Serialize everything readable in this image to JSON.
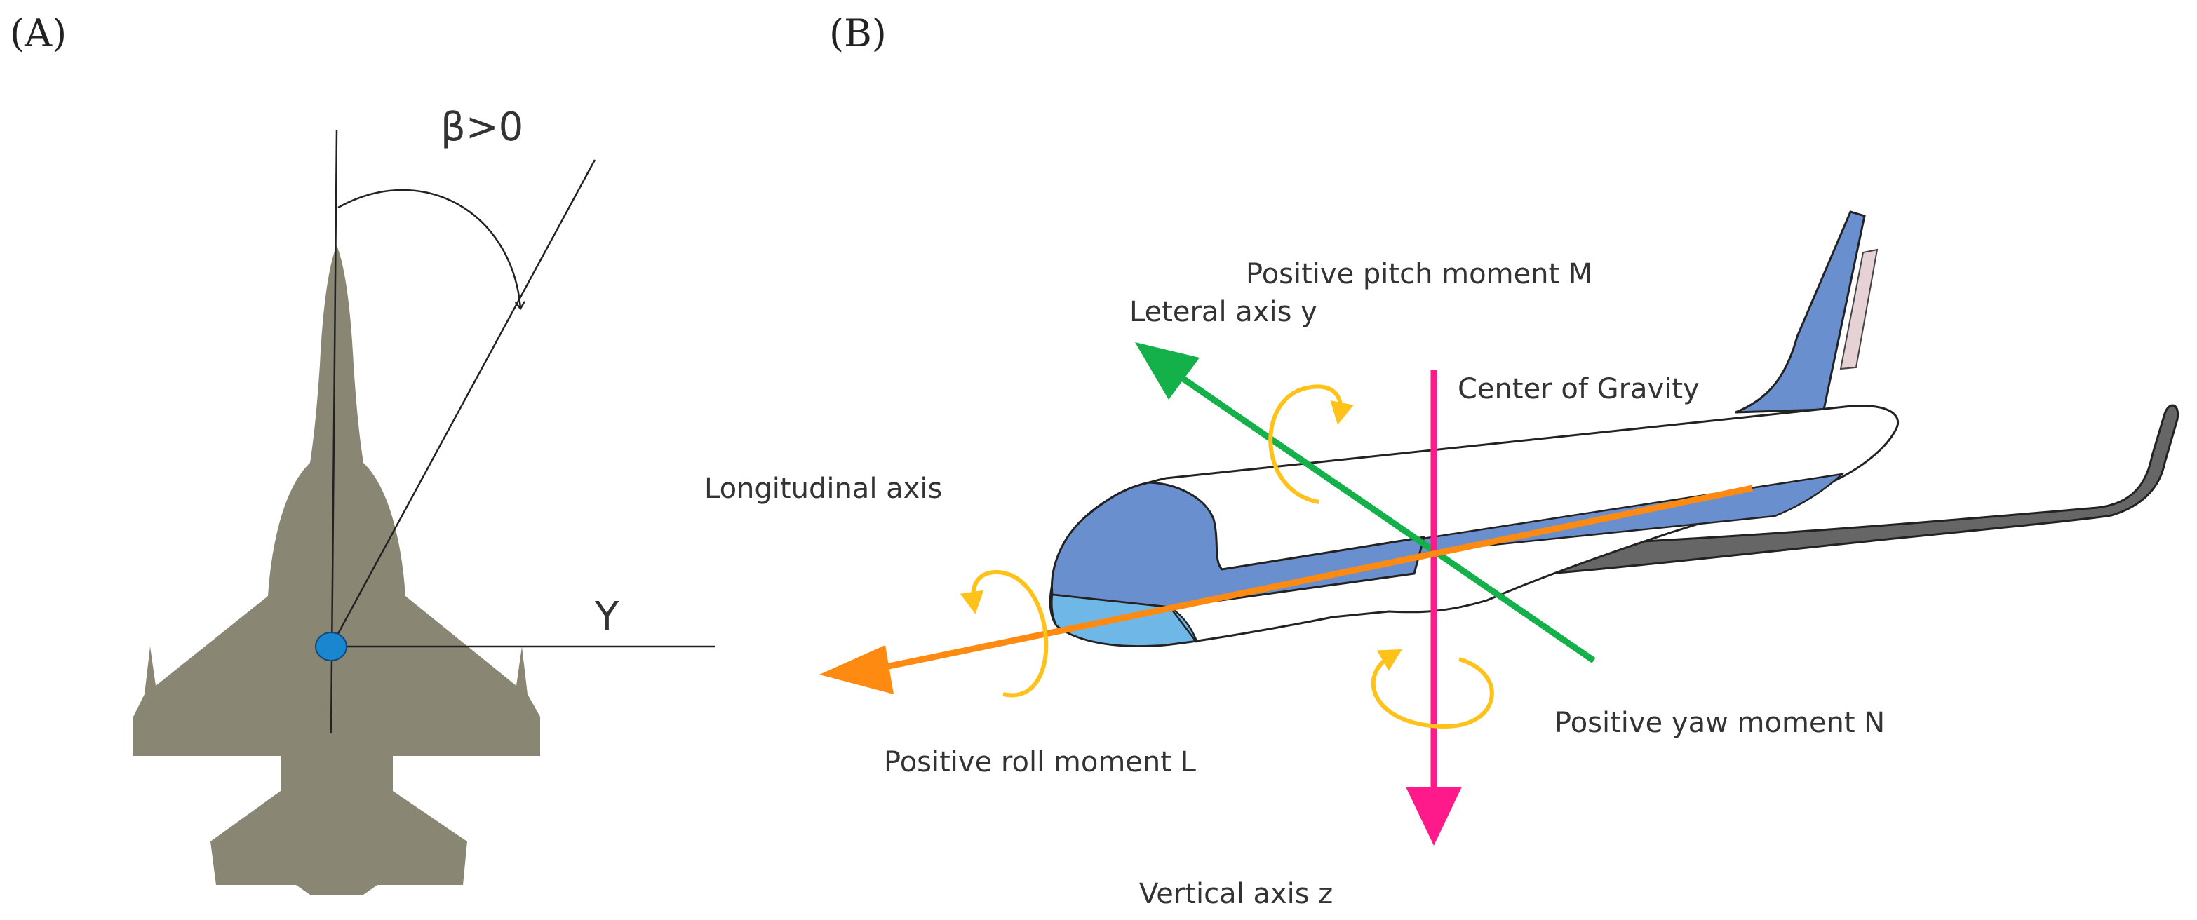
{
  "panel_a": {
    "label": "(A)",
    "beta_label": "β>0",
    "y_axis_label": "Y",
    "colors": {
      "aircraft": "#8a8674",
      "cg_dot": "#1a86d0",
      "lines": "#222222"
    },
    "icons": [
      "fighter-jet-silhouette-icon",
      "center-of-gravity-dot-icon",
      "curved-arrow-icon"
    ]
  },
  "panel_b": {
    "label": "(B)",
    "pitch_label": "Positive pitch moment M",
    "lateral_label": "Leteral axis y",
    "cg_label": "Center of Gravity",
    "longitudinal_label": "Longitudinal axis",
    "yaw_label": "Positive yaw moment N",
    "roll_label": "Positive roll moment L",
    "vertical_label": "Vertical axis z",
    "colors": {
      "lateral_axis": "#14b04a",
      "longitudinal_axis": "#ff8a12",
      "vertical_axis": "#ff1a8c",
      "rotation_arrows": "#ffc21a",
      "fuselage_blue": "#6a8fce",
      "nose_light_blue": "#6fb7e6",
      "wing": "#666666"
    },
    "icons": [
      "airliner-icon",
      "rotation-arrow-icon"
    ]
  }
}
